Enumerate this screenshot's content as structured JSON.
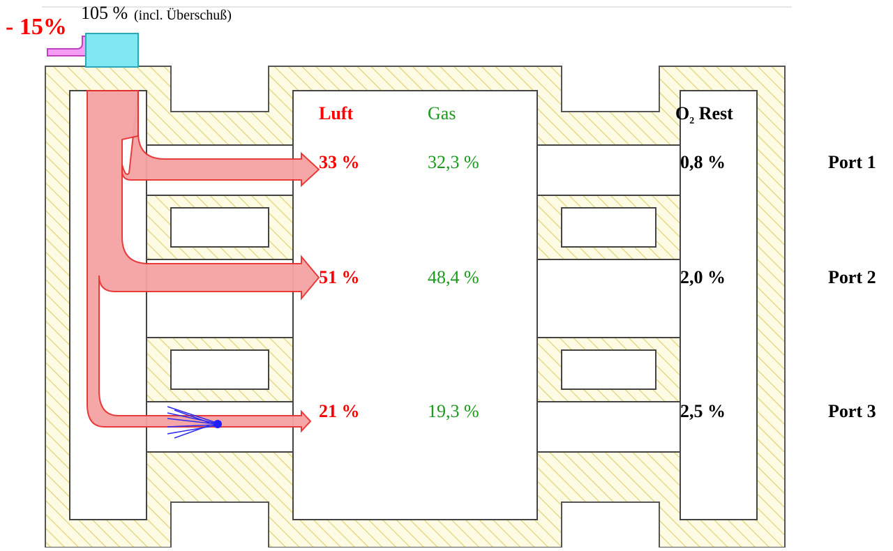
{
  "header": {
    "reduction": "- 15%",
    "total_value": "105 %",
    "total_note": "(incl. Überschuß)"
  },
  "columns": {
    "air": "Luft",
    "gas": "Gas",
    "o2_main": "O",
    "o2_sub": "2",
    "o2_rest": "Rest"
  },
  "ports": [
    {
      "name": "Port 1",
      "air": "33 %",
      "gas": "32,3 %",
      "o2": "0,8 %"
    },
    {
      "name": "Port 2",
      "air": "51 %",
      "gas": "48,4 %",
      "o2": "2,0 %"
    },
    {
      "name": "Port 3",
      "air": "21 %",
      "gas": "19,3 %",
      "o2": "2,5 %"
    }
  ],
  "colors": {
    "air": "#ff0000",
    "gas": "#1a9a1a",
    "wall_fill": "#fdfbe3",
    "hatch": "#e8dc8a",
    "flow": "#f08080",
    "inlet": "#7fe8f0",
    "duct": "#f080f0",
    "burner": "#2020ff"
  }
}
